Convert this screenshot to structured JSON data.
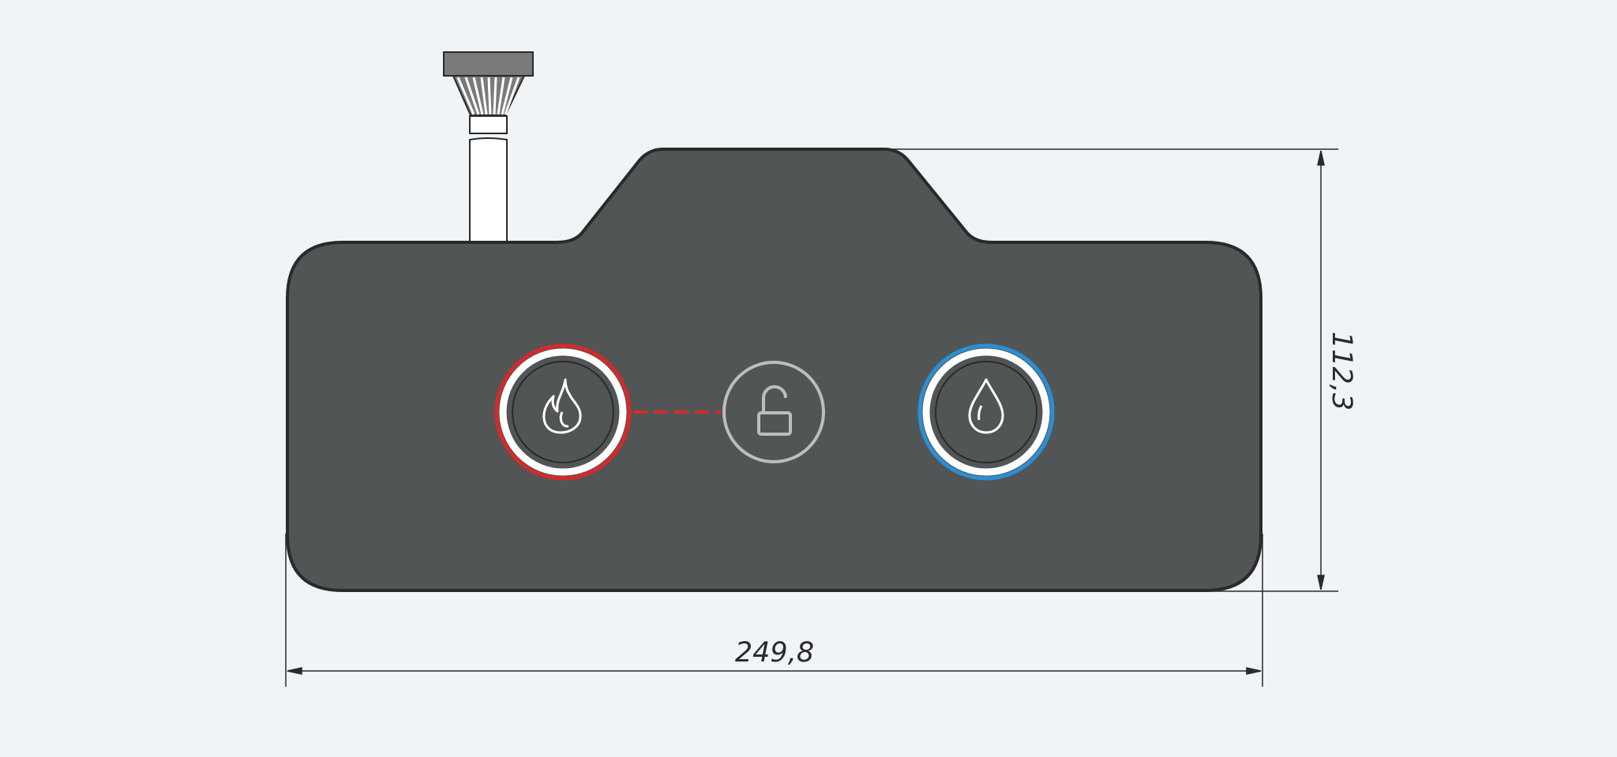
{
  "drawing": {
    "width_dimension": "249,8",
    "height_dimension": "112,3"
  },
  "panel": {
    "body_color": "#525556",
    "outline_color": "#2a2a2a"
  },
  "buttons": [
    {
      "name": "hot-water-button",
      "icon": "flame-icon",
      "ring_color": "#d42a2a"
    },
    {
      "name": "child-lock-button",
      "icon": "unlock-icon",
      "ring_color": "#bdbdbd"
    },
    {
      "name": "cold-water-button",
      "icon": "droplet-icon",
      "ring_color": "#2a8fd4"
    }
  ],
  "link_line_color": "#d42a2a"
}
